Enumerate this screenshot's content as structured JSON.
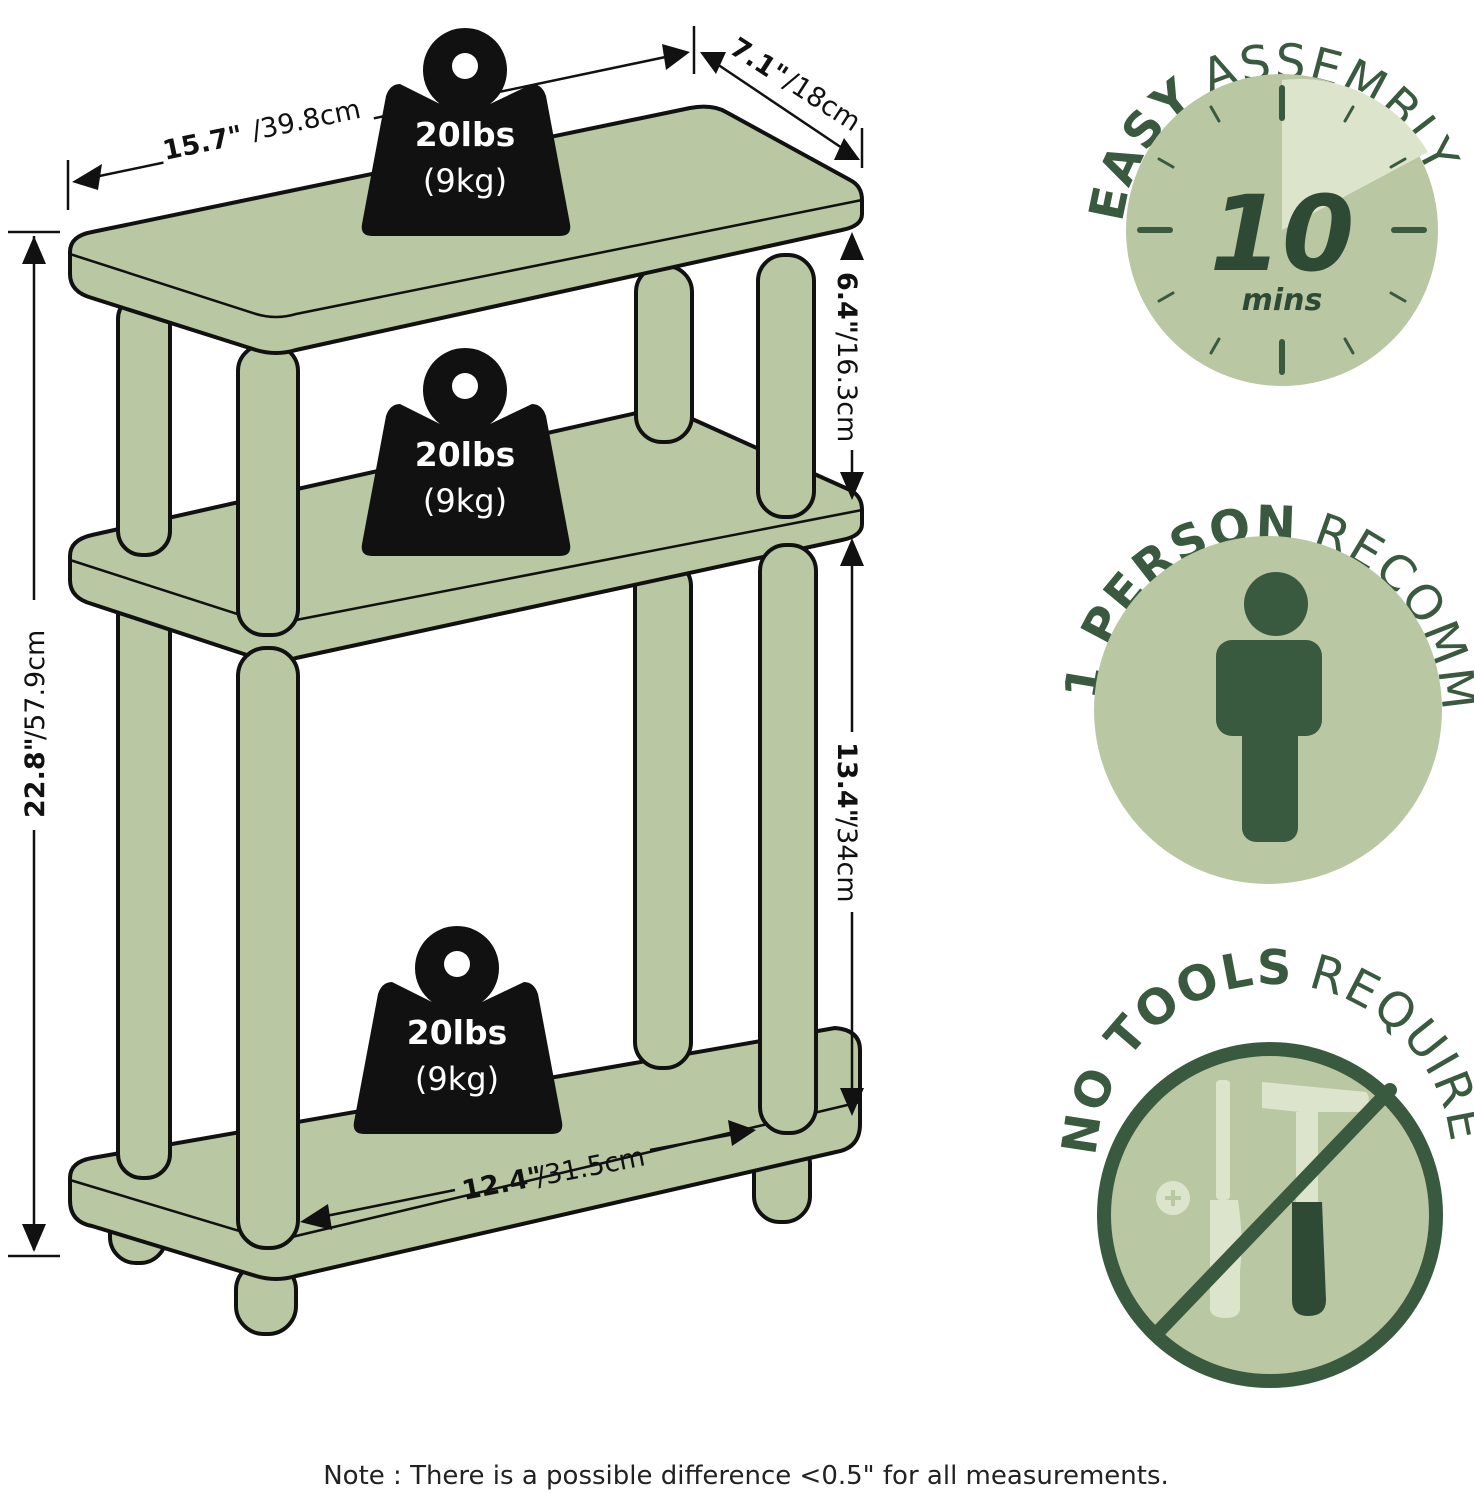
{
  "dimensions": {
    "width": {
      "in": "15.7\"",
      "cm": "/39.8cm"
    },
    "depth": {
      "in": "7.1\"",
      "cm": "/18cm"
    },
    "height": {
      "in": "22.8\"",
      "cm": "/57.9cm"
    },
    "upper_gap": {
      "in": "6.4\"",
      "cm": "/16.3cm"
    },
    "lower_gap": {
      "in": "13.4\"",
      "cm": "/34cm"
    },
    "inner_width": {
      "in": "12.4\"",
      "cm": "/31.5cm"
    }
  },
  "weights": [
    {
      "main": "20lbs",
      "sub": "(9kg)"
    },
    {
      "main": "20lbs",
      "sub": "(9kg)"
    },
    {
      "main": "20lbs",
      "sub": "(9kg)"
    }
  ],
  "badges": {
    "assembly": {
      "bold": "EASY",
      "light": "ASSEMBLY",
      "number": "10",
      "unit": "mins",
      "icon": "clock-timer-icon"
    },
    "person": {
      "bold": "1 PERSON",
      "light": "RECOMM.",
      "icon": "person-icon"
    },
    "tools": {
      "bold": "NO TOOLS",
      "light": "REQUIRED",
      "icon": "no-tools-icon"
    }
  },
  "note": "Note : There is a possible difference <0.5\" for all measurements.",
  "colors": {
    "shelf": "#b9c7a2",
    "badge_fill": "#b9c7a2",
    "dark_green": "#3a5a40",
    "pale_green": "#dce5cb"
  }
}
